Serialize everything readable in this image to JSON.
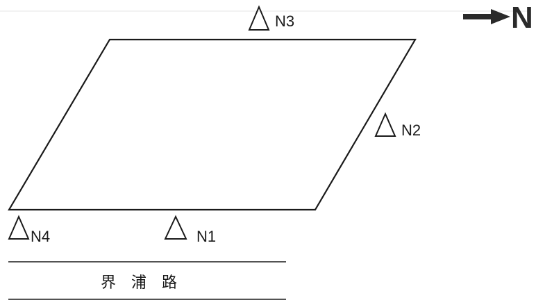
{
  "north_arrow": {
    "label": "N",
    "icon": "arrow-right-icon"
  },
  "survey_points": [
    {
      "id": "N1",
      "label": "N1",
      "icon": "triangle-marker-icon"
    },
    {
      "id": "N2",
      "label": "N2",
      "icon": "triangle-marker-icon"
    },
    {
      "id": "N3",
      "label": "N3",
      "icon": "triangle-marker-icon"
    },
    {
      "id": "N4",
      "label": "N4",
      "icon": "triangle-marker-icon"
    }
  ],
  "road": {
    "name": "界浦路"
  },
  "colors": {
    "ink": "#1a1a1a",
    "arrow": "#2a2a2a",
    "background": "#ffffff"
  }
}
